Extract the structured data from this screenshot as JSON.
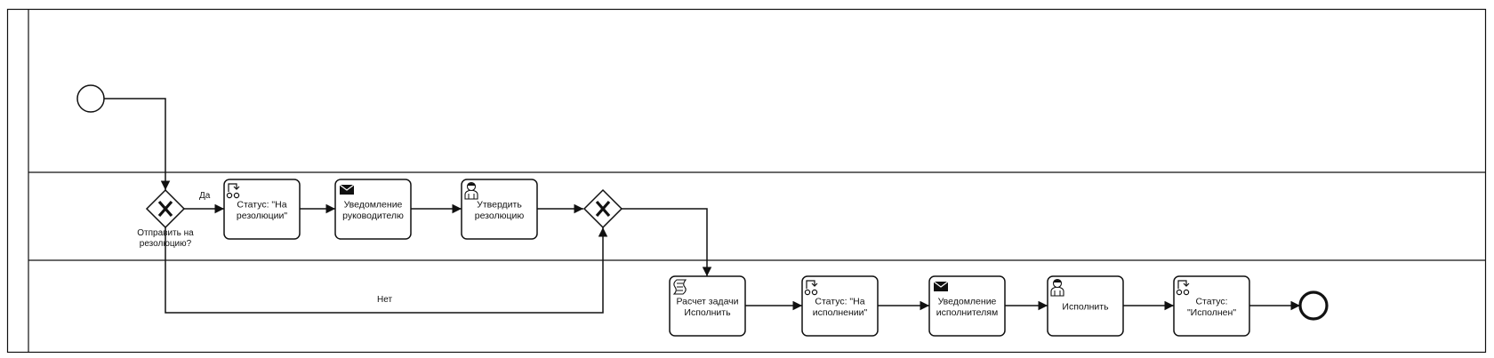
{
  "diagram": {
    "colors": {
      "stroke": "#111111",
      "fill": "#ffffff"
    },
    "gateway_send": {
      "label": [
        "Отправить на",
        "резолюцию?"
      ],
      "icon": "exclusive-gateway-x-icon"
    },
    "gateway_merge": {
      "icon": "exclusive-gateway-x-icon"
    },
    "flows": {
      "yes": "Да",
      "no": "Нет"
    },
    "tasks": [
      {
        "lines": [
          "Статус: \"На",
          "резолюции\""
        ],
        "icon": "business-rule-task-icon"
      },
      {
        "lines": [
          "Уведомление",
          "руководителю"
        ],
        "icon": "send-task-envelope-icon"
      },
      {
        "lines": [
          "Утвердить",
          "резолюцию"
        ],
        "icon": "user-task-person-icon"
      },
      {
        "lines": [
          "Расчет задачи",
          "Исполнить"
        ],
        "icon": "script-task-icon"
      },
      {
        "lines": [
          "Статус: \"На",
          "исполнении\""
        ],
        "icon": "business-rule-task-icon"
      },
      {
        "lines": [
          "Уведомление",
          "исполнителям"
        ],
        "icon": "send-task-envelope-icon"
      },
      {
        "lines": [
          "Исполнить"
        ],
        "icon": "user-task-person-icon"
      },
      {
        "lines": [
          "Статус:",
          "\"Исполнен\""
        ],
        "icon": "business-rule-task-icon"
      }
    ]
  }
}
